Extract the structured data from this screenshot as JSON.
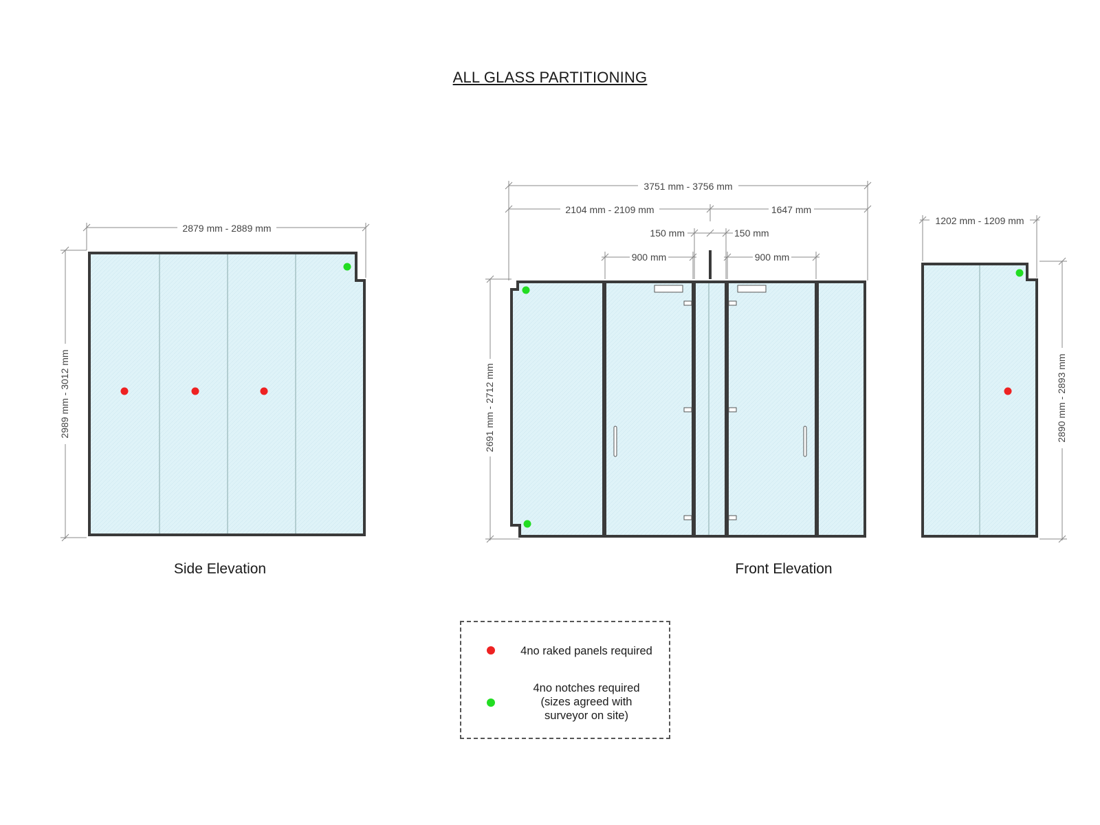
{
  "colors": {
    "glass": "#dff3f8",
    "frame": "#3a3a3a",
    "raked_dot": "#ee2222",
    "notch_dot": "#22dd22",
    "dimension_line": "#888888"
  },
  "title": "ALL GLASS PARTITIONING",
  "side_elevation": {
    "caption": "Side Elevation",
    "width_dim": "2879 mm - 2889 mm",
    "height_dim": "2989 mm - 3012 mm"
  },
  "front_elevation": {
    "caption": "Front Elevation",
    "overall_width_dim": "3751 mm - 3756 mm",
    "left_width_dim": "2104 mm - 2109 mm",
    "right_width_dim": "1647 mm",
    "post_left_dim": "150 mm",
    "post_right_dim": "150 mm",
    "door_left_dim": "900 mm",
    "door_right_dim": "900 mm",
    "height_dim": "2691 mm - 2712 mm"
  },
  "end_elevation": {
    "width_dim": "1202 mm - 1209 mm",
    "height_dim": "2890 mm - 2893 mm"
  },
  "legend": {
    "raked_label": "4no raked panels required",
    "notch_label_line1": "4no notches required",
    "notch_label_line2": "(sizes agreed with",
    "notch_label_line3": "surveyor on site)"
  }
}
